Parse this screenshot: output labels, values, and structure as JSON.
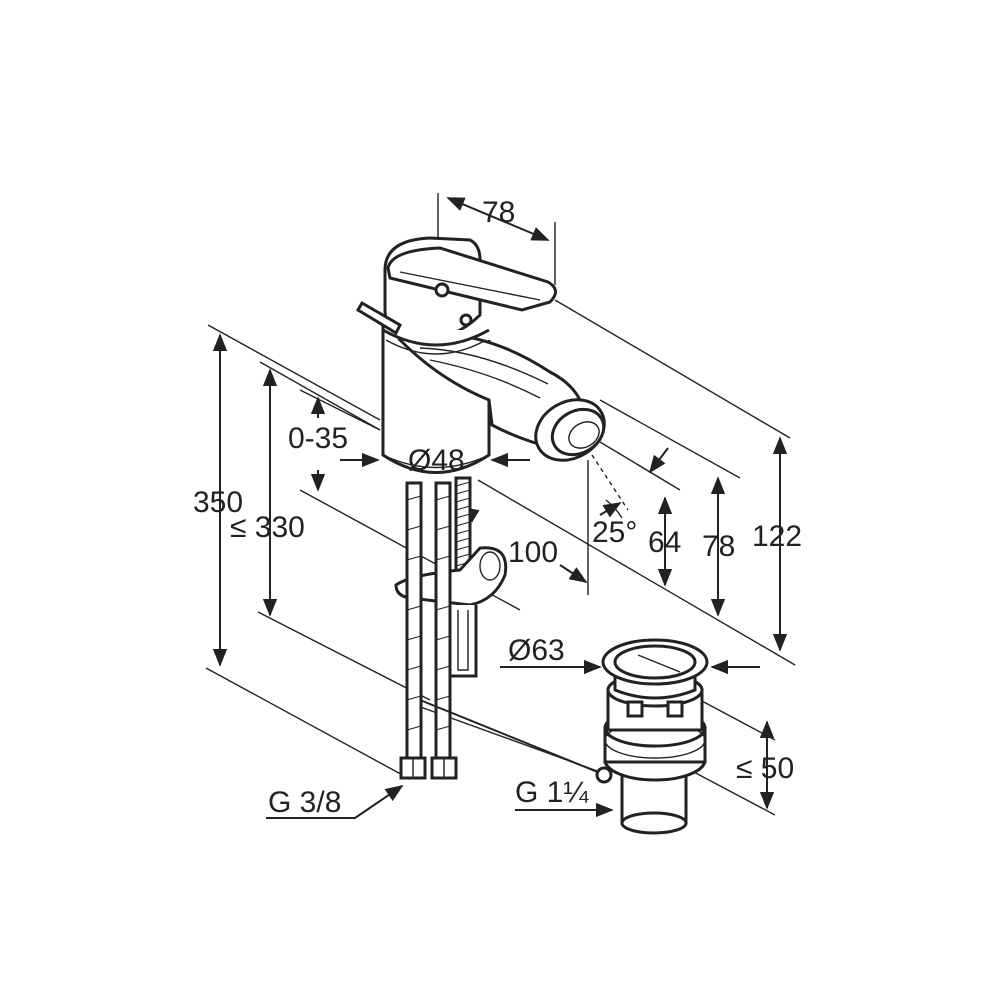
{
  "labels": {
    "depth_top": "78",
    "height_adjust": "0-35",
    "body_diameter": "Ø48",
    "total_height": "350",
    "max_height": "≤ 330",
    "spout_reach": "100",
    "spray_angle": "25°",
    "outlet_height": "64",
    "mid_height": "78",
    "overall_height": "122",
    "drain_diameter": "Ø63",
    "drain_height": "≤ 50",
    "supply_thread": "G 3/8",
    "drain_thread": "G 1¼"
  }
}
